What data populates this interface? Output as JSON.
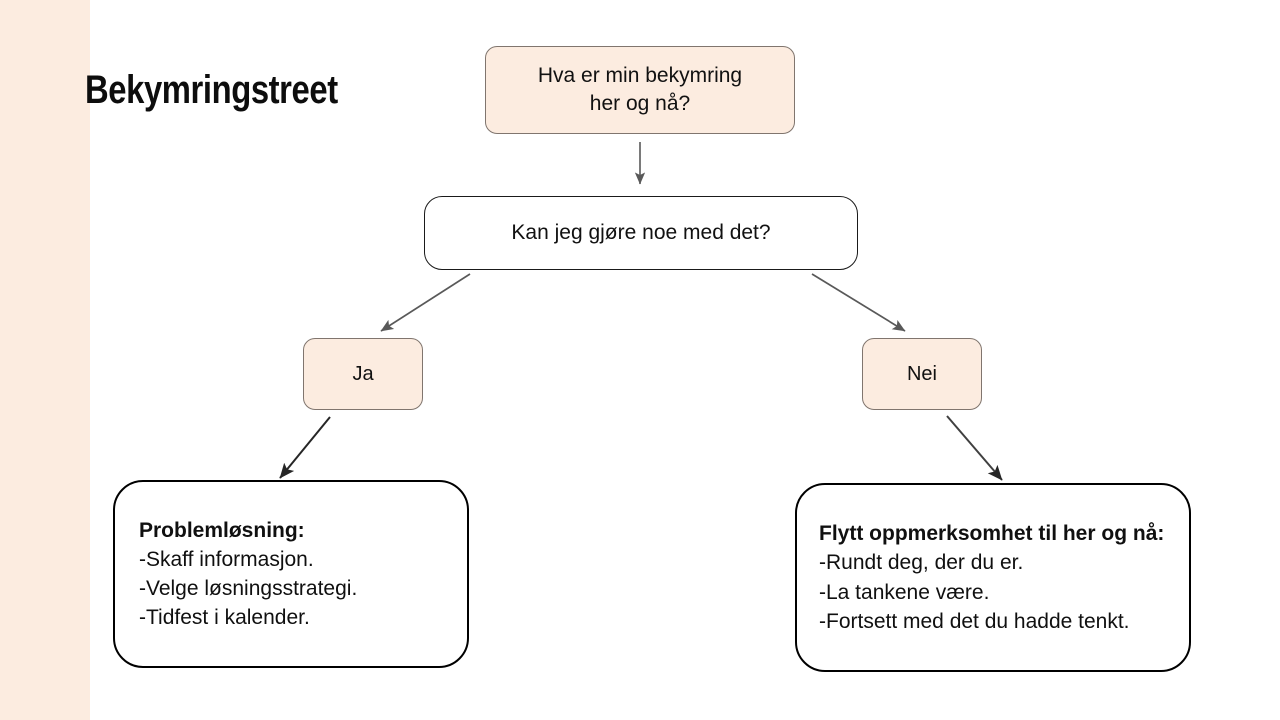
{
  "slide": {
    "title": "Bekymringstreet",
    "background_color": "#ffffff",
    "sidebar_color": "#fcece0",
    "accent_fill": "#fcece0",
    "outline_color": "#1a1a1a"
  },
  "nodes": {
    "worry": {
      "line1": "Hva er min bekymring",
      "line2": "her og nå?",
      "fill": "#fcece0"
    },
    "question": {
      "label": "Kan jeg gjøre noe med det?",
      "fill": "#ffffff"
    },
    "yes": {
      "label": "Ja",
      "fill": "#fcece0"
    },
    "no": {
      "label": "Nei",
      "fill": "#fcece0"
    },
    "problem_solving": {
      "heading": "Problemløsning:",
      "items": [
        "-Skaff informasjon.",
        "-Velge løsningsstrategi.",
        "-Tidfest i kalender."
      ]
    },
    "shift_attention": {
      "heading": "Flytt oppmerksomhet til her og nå:",
      "items": [
        "-Rundt deg, der du er.",
        "-La tankene være.",
        "-Fortsett med det du hadde tenkt."
      ]
    }
  },
  "connectors": [
    {
      "name": "worry-to-question",
      "from": "worry",
      "to": "question"
    },
    {
      "name": "question-to-yes",
      "from": "question",
      "to": "yes"
    },
    {
      "name": "question-to-no",
      "from": "question",
      "to": "no"
    },
    {
      "name": "yes-to-problem-solving",
      "from": "yes",
      "to": "problem_solving"
    },
    {
      "name": "no-to-shift-attention",
      "from": "no",
      "to": "shift_attention"
    }
  ]
}
